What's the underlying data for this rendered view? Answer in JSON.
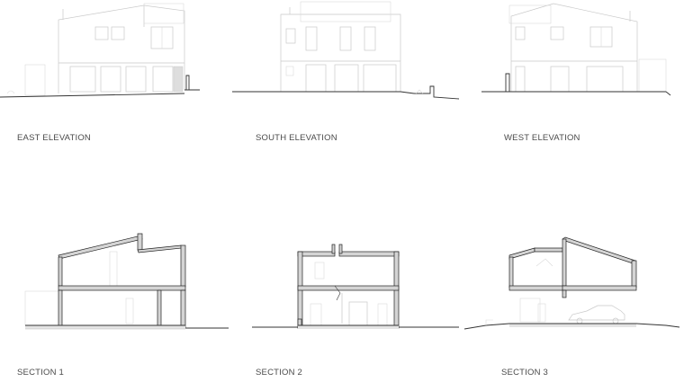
{
  "sheet": {
    "drawings": [
      {
        "id": "east-elevation",
        "label": "EAST ELEVATION"
      },
      {
        "id": "south-elevation",
        "label": "SOUTH ELEVATION"
      },
      {
        "id": "west-elevation",
        "label": "WEST ELEVATION"
      },
      {
        "id": "section-1",
        "label": "SECTION 1"
      },
      {
        "id": "section-2",
        "label": "SECTION 2"
      },
      {
        "id": "section-3",
        "label": "SECTION 3"
      }
    ]
  }
}
